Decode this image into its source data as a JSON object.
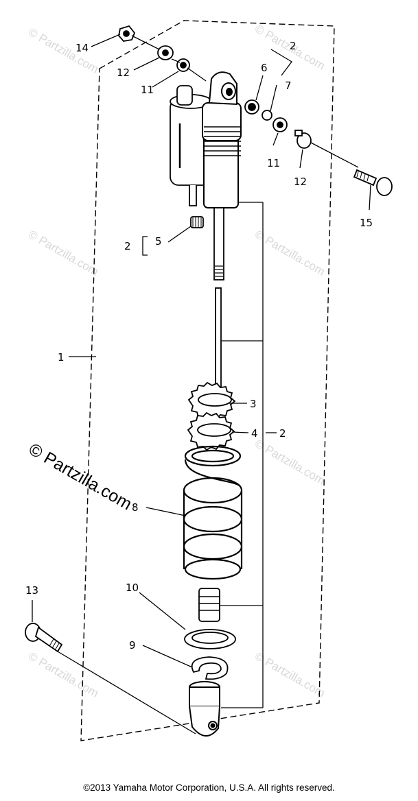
{
  "watermark": {
    "small_text": "© Partzilla.com",
    "large_text": "© Partzilla.com"
  },
  "labels": {
    "l1": "1",
    "l2_top": "2",
    "l6": "6",
    "l7": "7",
    "l11_left": "11",
    "l11_right": "11",
    "l12_left": "12",
    "l12_right": "12",
    "l14": "14",
    "l15": "15",
    "l2_mid": "2",
    "l5": "5",
    "l3": "3",
    "l4": "4",
    "l2_right": "2",
    "l8": "8",
    "l10": "10",
    "l9": "9",
    "l13": "13"
  },
  "footer": {
    "copyright": "©2013 Yamaha Motor Corporation, U.S.A. All rights reserved."
  }
}
